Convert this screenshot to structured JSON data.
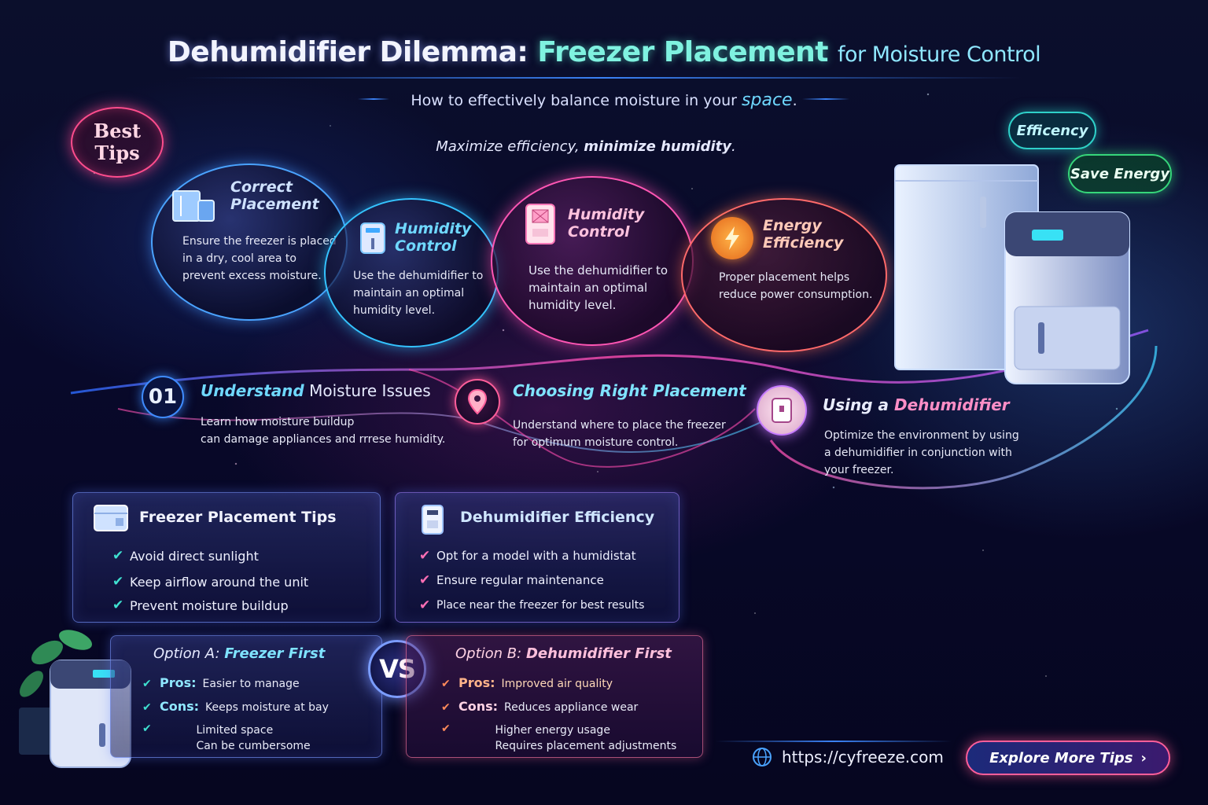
{
  "header": {
    "title_part1": "Dehumidifier Dilemma:",
    "title_part2": "Freezer Placement",
    "title_part3": "for Moisture Control",
    "subtitle": "How to effectively balance moisture in your",
    "subtitle_highlight": "space",
    "subtitle_end": ".",
    "tagline": "Maximize efficiency,",
    "tagline_bold": "minimize humidity",
    "tagline_end": "."
  },
  "badges": {
    "best_tips_line1": "Best",
    "best_tips_line2": "Tips",
    "efficiency": "Efficency",
    "save_energy": "Save Energy"
  },
  "bubbles": [
    {
      "title_line1": "Correct",
      "title_line2": "Placement",
      "text_lines": [
        "Ensure the freezer is placed",
        "in a dry, cool area to",
        "prevent excess moisture."
      ],
      "icon": "freezer-icon"
    },
    {
      "title_line1": "Humidity",
      "title_line2": "Control",
      "text_lines": [
        "Use the dehumidifier to",
        "maintain an optimal",
        "humidity level."
      ],
      "icon": "dehumidifier-icon"
    },
    {
      "title_line1": "Humidity",
      "title_line2": "Control",
      "text_lines": [
        "Use the dehumidifier to",
        "maintain an optimal",
        "humidity level."
      ],
      "icon": "dehumidifier-icon"
    },
    {
      "title_line1": "Energy",
      "title_line2": "Efficiency",
      "text_lines": [
        "Proper placement helps",
        "reduce power consumption."
      ],
      "icon": "lightning-icon"
    }
  ],
  "steps": [
    {
      "number": "01",
      "title_bold": "Understand",
      "title_rest": "Moisture Issues",
      "text_lines": [
        "Learn how moisture buildup",
        "can damage appliances and rrrese humidity."
      ]
    },
    {
      "title": "Choosing Right Placement",
      "text_lines": [
        "Understand where to place the freezer",
        "for optimum moisture control."
      ],
      "icon": "location-pin-icon"
    },
    {
      "title_part1": "Using a",
      "title_part2": "Dehumidifier",
      "text_lines": [
        "Optimize the environment by using",
        "a dehumidifier in conjunction with",
        "your freezer."
      ],
      "icon": "dehumidifier-icon"
    }
  ],
  "panels": {
    "freezer_tips": {
      "title": "Freezer Placement Tips",
      "items": [
        "Avoid direct sunlight",
        "Keep airflow around the unit",
        "Prevent moisture buildup"
      ]
    },
    "dehumidifier_eff": {
      "title": "Dehumidifier Efficiency",
      "items": [
        "Opt for a model with a humidistat",
        "Ensure regular maintenance",
        "Place near the freezer for best results"
      ]
    }
  },
  "options": {
    "a": {
      "title_prefix": "Option A:",
      "title_main": "Freezer First",
      "pros_label": "Pros:",
      "pros": "Easier to manage",
      "cons_label": "Cons:",
      "cons": "Keeps moisture at bay",
      "extra_lines": [
        "Limited space",
        "Can be cumbersome"
      ]
    },
    "vs": "VS",
    "b": {
      "title_prefix": "Option B:",
      "title_main": "Dehumidifier First",
      "pros_label": "Pros:",
      "pros": "Improved air quality",
      "cons_label": "Cons:",
      "cons": "Reduces appliance wear",
      "extra_lines": [
        "Higher energy usage",
        "Requires placement adjustments"
      ]
    }
  },
  "footer": {
    "url": "https://cyfreeze.com",
    "cta": "Explore More Tips",
    "cta_icon": "chevron-right-icon"
  },
  "colors": {
    "accent_blue": "#3b82f6",
    "accent_pink": "#ff4d8d",
    "accent_teal": "#2fd0c9",
    "accent_green": "#36d67a",
    "check_teal": "#3fe0d0",
    "check_pink": "#ff6fb5"
  }
}
